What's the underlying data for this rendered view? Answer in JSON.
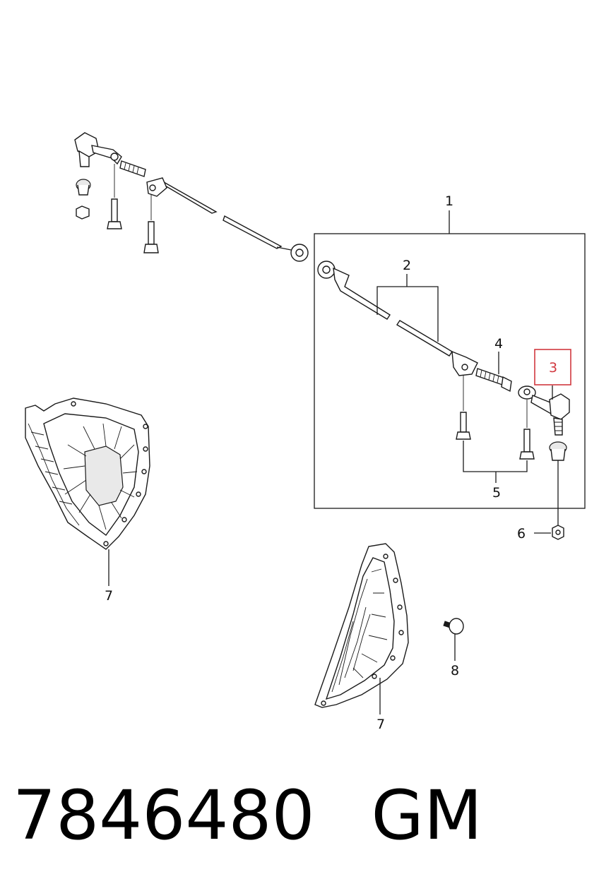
{
  "diagram": {
    "callouts": {
      "c1": "1",
      "c2": "2",
      "c3": "3",
      "c4": "4",
      "c5": "5",
      "c6": "6",
      "c7a": "7",
      "c7b": "7",
      "c8": "8"
    },
    "highlight_color": "#d1383f"
  },
  "footer": {
    "part_number": "7846480",
    "brand": "GM"
  }
}
